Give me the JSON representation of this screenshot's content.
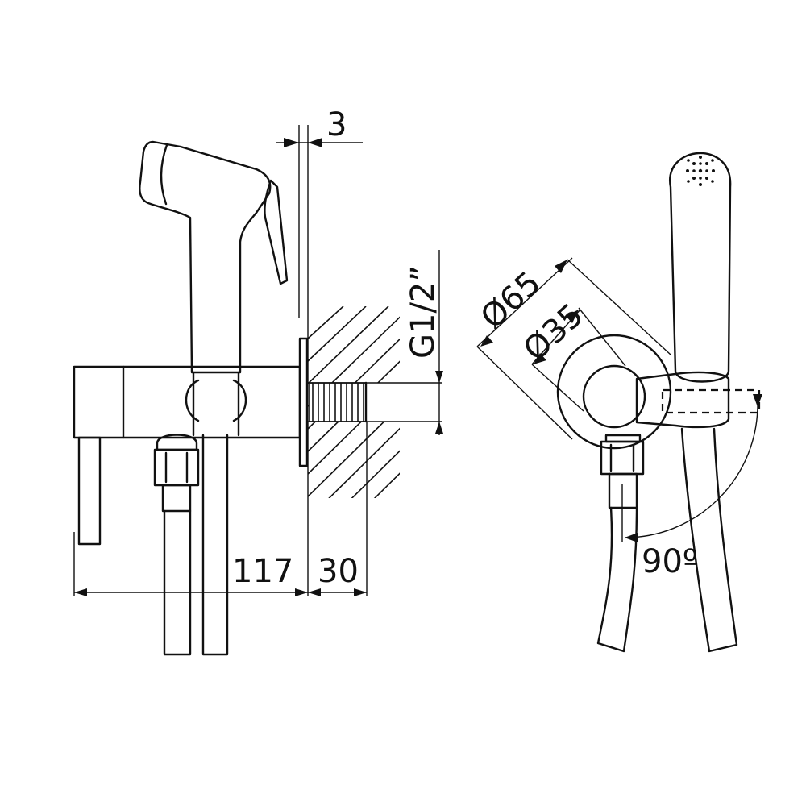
{
  "dimensions": {
    "gap": "3",
    "body_length": "117",
    "wall_depth": "30",
    "thread": "G1/2”",
    "outer_diameter": "Ø65",
    "inner_diameter": "Ø35",
    "swivel_angle": "90º"
  }
}
